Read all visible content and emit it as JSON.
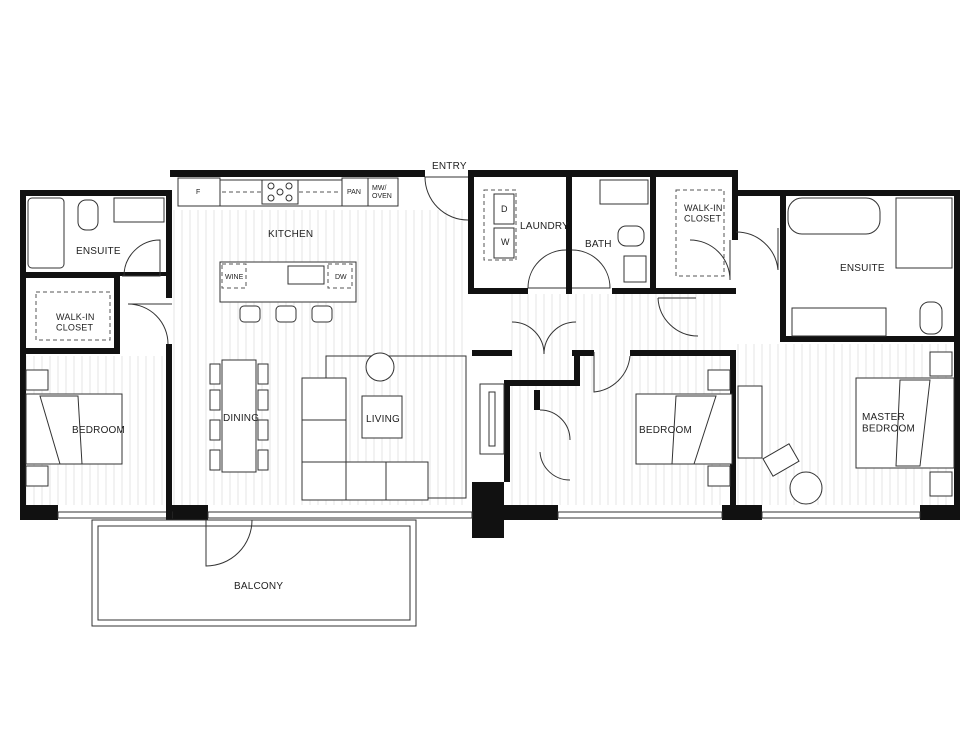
{
  "plan": {
    "rooms": {
      "entry": "ENTRY",
      "kitchen": "KITCHEN",
      "laundry": "LAUNDRY",
      "bath": "BATH",
      "walkin_closet_right": "WALK-IN CLOSET",
      "ensuite_right": "ENSUITE",
      "ensuite_left": "ENSUITE",
      "walkin_closet_left": "WALK-IN CLOSET",
      "bedroom_left": "BEDROOM",
      "dining": "DINING",
      "living": "LIVING",
      "bedroom_center": "BEDROOM",
      "master_bedroom": "MASTER BEDROOM",
      "balcony": "BALCONY"
    },
    "fixtures": {
      "fridge": "F",
      "pantry": "PAN",
      "mw_oven": "MW/ OVEN",
      "wine": "WINE",
      "dishwasher": "DW",
      "dryer": "D",
      "washer": "W"
    }
  }
}
